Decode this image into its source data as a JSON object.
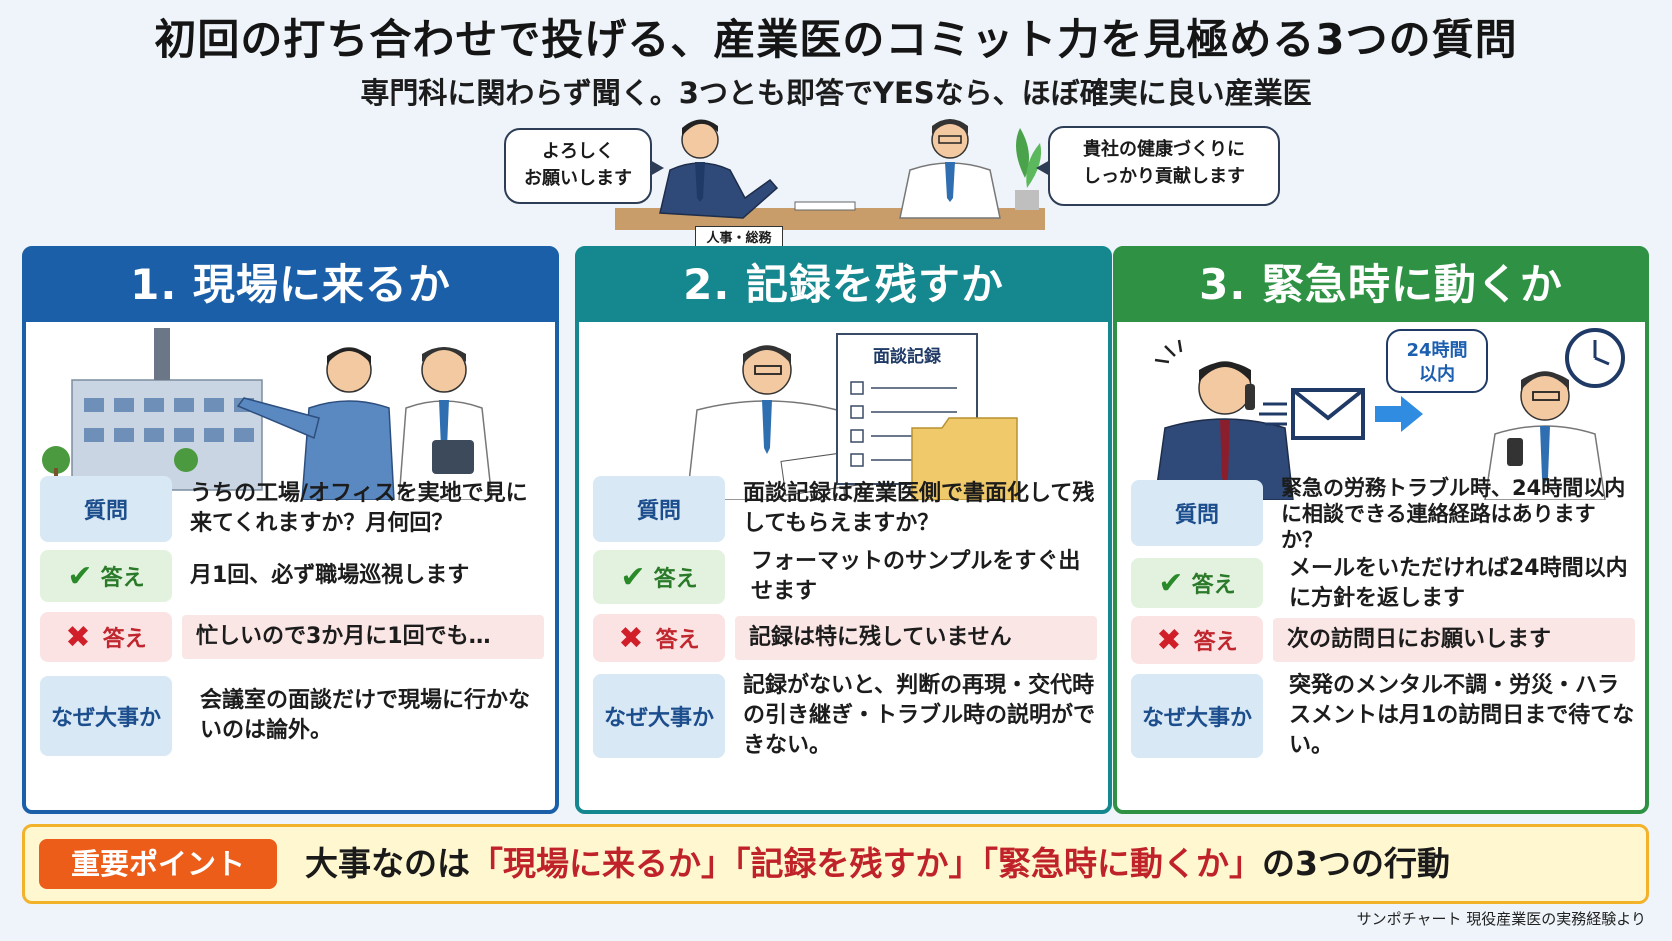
{
  "header": {
    "title": "初回の打ち合わせで投げる、産業医のコミット力を見極める3つの質問",
    "subtitle": "専門科に関わらず聞く。3つとも即答でYESなら、ほぼ確実に良い産業医"
  },
  "scene": {
    "bubble_left_1": "よろしく",
    "bubble_left_2": "お願いします",
    "bubble_right_1": "貴社の健康づくりに",
    "bubble_right_2": "しっかり貢献します",
    "desk_label": "人事・総務"
  },
  "cards": [
    {
      "heading": "1. 現場に来るか",
      "question_label": "質問",
      "question": "うちの工場/オフィスを実地で見に来てくれますか？月何回？",
      "good_label": "答え",
      "good": "月1回、必ず職場巡視します",
      "bad_label": "答え",
      "bad": "忙しいので3か月に1回でも…",
      "why_label": "なぜ大事か",
      "why": "会議室の面談だけで現場に行かないのは論外。"
    },
    {
      "heading": "2. 記録を残すか",
      "illus_label": "面談記録",
      "question_label": "質問",
      "question": "面談記録は産業医側で書面化して残してもらえますか？",
      "good_label": "答え",
      "good": "フォーマットのサンプルをすぐ出せます",
      "bad_label": "答え",
      "bad": "記録は特に残していません",
      "why_label": "なぜ大事か",
      "why": "記録がないと、判断の再現・交代時の引き継ぎ・トラブル時の説明ができない。"
    },
    {
      "heading": "3. 緊急時に動くか",
      "illus_label_1": "24時間",
      "illus_label_2": "以内",
      "question_label": "質問",
      "question": "緊急の労務トラブル時、24時間以内に相談できる連絡経路はありますか？",
      "good_label": "答え",
      "good": "メールをいただければ24時間以内に方針を返します",
      "bad_label": "答え",
      "bad": "次の訪問日にお願いします",
      "why_label": "なぜ大事か",
      "why": "突発のメンタル不調・労災・ハラスメントは月1の訪問日まで待てない。"
    }
  ],
  "point": {
    "badge": "重要ポイント",
    "text_1": "大事なのは",
    "text_2": "「現場に来るか」「記録を残すか」「緊急時に動くか」",
    "text_3": "の3つの行動"
  },
  "source": "サンポチャート 現役産業医の実務経験より",
  "colors": {
    "card1": "#1b5fa8",
    "card2": "#14888e",
    "card3": "#2e9143",
    "accent_red": "#c0222a",
    "point_orange": "#ec5d1a"
  }
}
